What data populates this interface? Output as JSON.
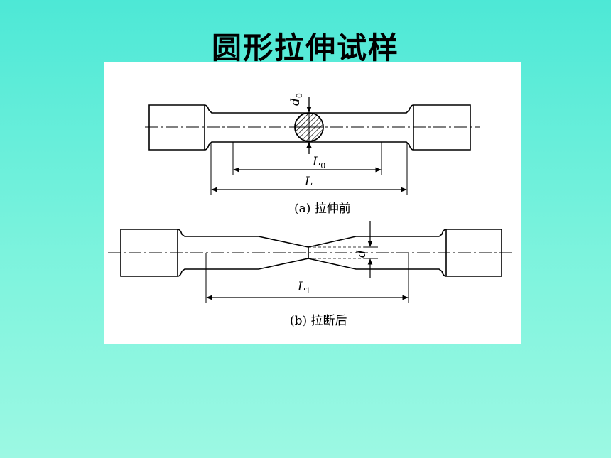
{
  "slide": {
    "title": "圆形拉伸试样"
  },
  "figure": {
    "before": {
      "label_d0_main": "d",
      "label_d0_sub": "0",
      "label_L0_main": "L",
      "label_L0_sub": "0",
      "label_L": "L",
      "caption": "(a) 拉伸前"
    },
    "after": {
      "label_d_main": "d",
      "label_L1_main": "L",
      "label_L1_sub": "1",
      "caption": "(b) 拉断后"
    }
  }
}
